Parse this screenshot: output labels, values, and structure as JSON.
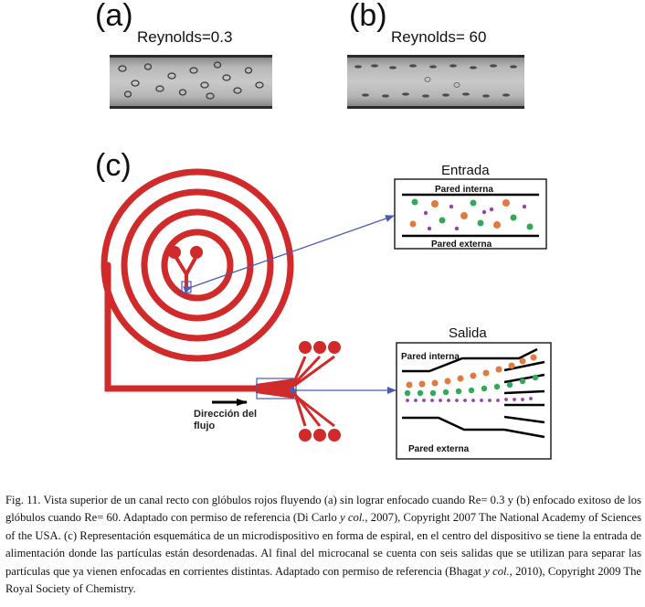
{
  "panel_a": {
    "letter": "(a)",
    "label": "Reynolds=0.3"
  },
  "panel_b": {
    "letter": "(b)",
    "label": "Reynolds= 60"
  },
  "panel_c": {
    "letter": "(c)",
    "entrada_title": "Entrada",
    "entrada_inner_wall": "Pared interna",
    "entrada_outer_wall": "Pared externa",
    "salida_title": "Salida",
    "salida_inner_wall": "Pared interna",
    "salida_outer_wall": "Pared externa",
    "flow_line1": "Dirección del",
    "flow_line2": "flujo"
  },
  "colors": {
    "channel": "#d02a2a",
    "arrow": "#4a5bb5",
    "particle_large": "#e07a3f",
    "particle_medium": "#2faa5a",
    "particle_small": "#9a3fb0"
  },
  "caption": {
    "fig_label": "Fig. 11.",
    "part1": " Vista superior de un canal recto con glóbulos rojos fluyendo (a) sin lograr enfocado cuando Re= 0.3 y (b) enfocado exitoso de los glóbulos cuando Re= 60.  Adaptado con permiso de referencia (Di Carlo ",
    "etal1": "y col.",
    "part2": ", 2007), Copyright 2007 The National Academy of Sciences of the USA. (c) Representación esquemática de un microdispositivo en forma de espiral, en el centro del dispositivo se tiene la entrada de alimentación donde las partículas están desordenadas.  Al final del microcanal se cuenta con seis salidas que se utilizan para separar las partículas que ya vienen enfocadas en corrientes distintas.  Adaptado con permiso de referencia (Bhagat ",
    "etal2": "y col.",
    "part3": ", 2010), Copyright 2009 The Royal Society of Chemistry."
  }
}
